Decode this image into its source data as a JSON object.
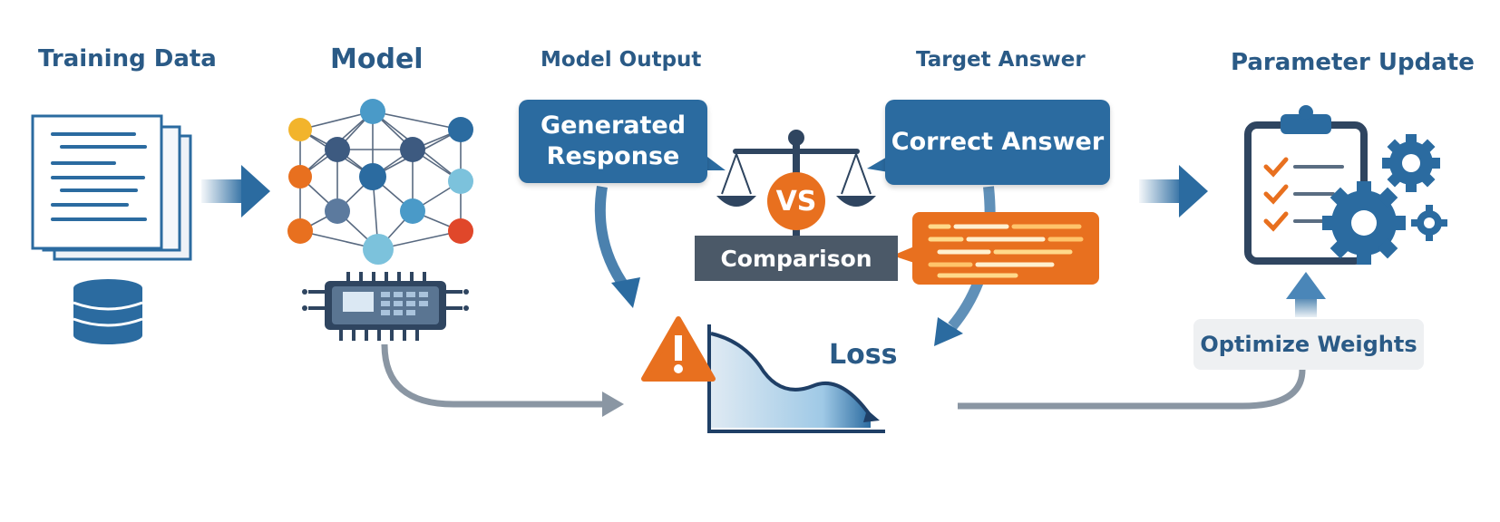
{
  "headings": {
    "training_data": "Training Data",
    "model": "Model",
    "model_output": "Model Output",
    "target_answer": "Target Answer",
    "parameter_update": "Parameter Update"
  },
  "bubbles": {
    "generated_response": "Generated Response",
    "correct_answer": "Correct Answer"
  },
  "comparison": {
    "label": "Comparison",
    "vs": "VS"
  },
  "loss": {
    "label": "Loss"
  },
  "optimize": {
    "label": "Optimize Weights"
  },
  "icons": [
    "document-stack-icon",
    "database-icon",
    "neural-network-icon",
    "chip-icon",
    "balance-scale-icon",
    "code-snippet-icon",
    "warning-icon",
    "loss-curve-icon",
    "checklist-clipboard-icon",
    "gear-icon",
    "arrow-right-icon"
  ],
  "colors": {
    "primary_blue": "#2b6ba0",
    "heading_blue": "#2a5a86",
    "orange": "#e8701f",
    "slate": "#4b5968",
    "panel_gray": "#f0f2f4"
  }
}
